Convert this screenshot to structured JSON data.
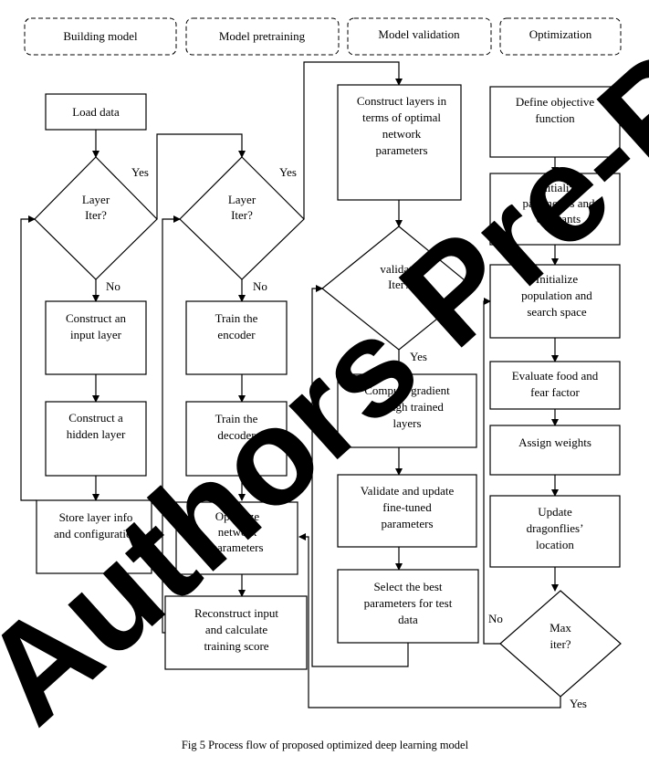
{
  "phases": [
    {
      "id": "building",
      "label": "Building model"
    },
    {
      "id": "pretraining",
      "label": "Model pretraining"
    },
    {
      "id": "validation",
      "label": "Model validation"
    },
    {
      "id": "optimization",
      "label": "Optimization"
    }
  ],
  "nodes": {
    "load_data": [
      "Load data"
    ],
    "layer_iter_1": [
      "Layer",
      "Iter?"
    ],
    "construct_input": [
      "Construct an",
      "input layer"
    ],
    "construct_hidden": [
      "Construct a",
      "hidden layer"
    ],
    "store_layer": [
      "Store layer info",
      "and configuration"
    ],
    "layer_iter_2": [
      "Layer",
      "Iter?"
    ],
    "train_encoder": [
      "Train the",
      "encoder"
    ],
    "train_decoder": [
      "Train the",
      "decoder"
    ],
    "optimize_params": [
      "Optimize",
      "network",
      "parameters"
    ],
    "reconstruct": [
      "Reconstruct input",
      "and calculate",
      "training score"
    ],
    "construct_layers": [
      "Construct layers in",
      "terms of optimal",
      "network",
      "parameters"
    ],
    "validate_iter": [
      "validate",
      "Iter?"
    ],
    "compute_gradient": [
      "Compute gradient",
      "through trained",
      "layers"
    ],
    "validate_update": [
      "Validate and update",
      "fine-tuned",
      "parameters"
    ],
    "select_best": [
      "Select the best",
      "parameters for test",
      "data"
    ],
    "define_objective": [
      "Define objective",
      "function"
    ],
    "init_params": [
      "Initialize",
      "parameters and",
      "constants"
    ],
    "init_population": [
      "Initialize",
      "population and",
      "search space"
    ],
    "evaluate_food": [
      "Evaluate food and",
      "fear factor"
    ],
    "assign_weights": [
      "Assign weights"
    ],
    "update_dragonflies": [
      "Update",
      "dragonflies’",
      "location"
    ],
    "max_iter": [
      "Max",
      "iter?"
    ]
  },
  "edge_labels": {
    "yes_1": "Yes",
    "no_1": "No",
    "yes_2": "Yes",
    "no_2": "No",
    "yes_3": "Yes",
    "no_3": "No",
    "yes_4": "Yes"
  },
  "caption": "Fig 5 Process flow of proposed optimized deep learning model",
  "watermark": "Authors Pre-Proof"
}
